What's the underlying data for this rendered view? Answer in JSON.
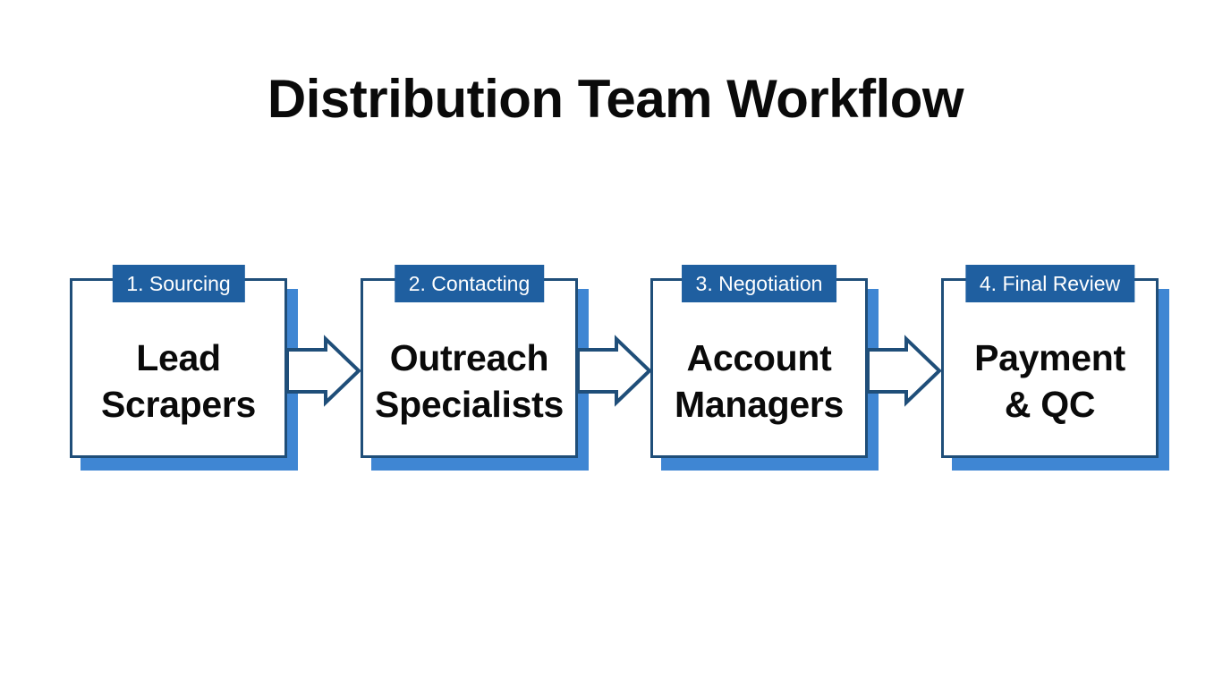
{
  "slide": {
    "title": "Distribution Team Workflow",
    "background_color": "#ffffff",
    "title_color": "#0a0a0a"
  },
  "theme": {
    "card_border_color": "#1f4e79",
    "card_fill_color": "#ffffff",
    "tab_fill_color": "#1f5fa0",
    "tab_text_color": "#ffffff",
    "shadow_color": "#3f86d3",
    "arrow_stroke_color": "#1f4e79",
    "arrow_fill_color": "#ffffff",
    "body_text_color": "#0a0a0a"
  },
  "flow": {
    "stages": [
      {
        "tab_label": "1. Sourcing",
        "body_line1": "Lead",
        "body_line2": "Scrapers",
        "order": 1
      },
      {
        "tab_label": "2. Contacting",
        "body_line1": "Outreach",
        "body_line2": "Specialists",
        "order": 2
      },
      {
        "tab_label": "3. Negotiation",
        "body_line1": "Account",
        "body_line2": "Managers",
        "order": 3
      },
      {
        "tab_label": "4. Final Review",
        "body_line1": "Payment",
        "body_line2": "& QC",
        "order": 4
      }
    ],
    "connectors": [
      {
        "icon": "right-arrow-icon",
        "from": "1. Sourcing",
        "to": "2. Contacting"
      },
      {
        "icon": "right-arrow-icon",
        "from": "2. Contacting",
        "to": "3. Negotiation"
      },
      {
        "icon": "right-arrow-icon",
        "from": "3. Negotiation",
        "to": "4. Final Review"
      }
    ]
  }
}
